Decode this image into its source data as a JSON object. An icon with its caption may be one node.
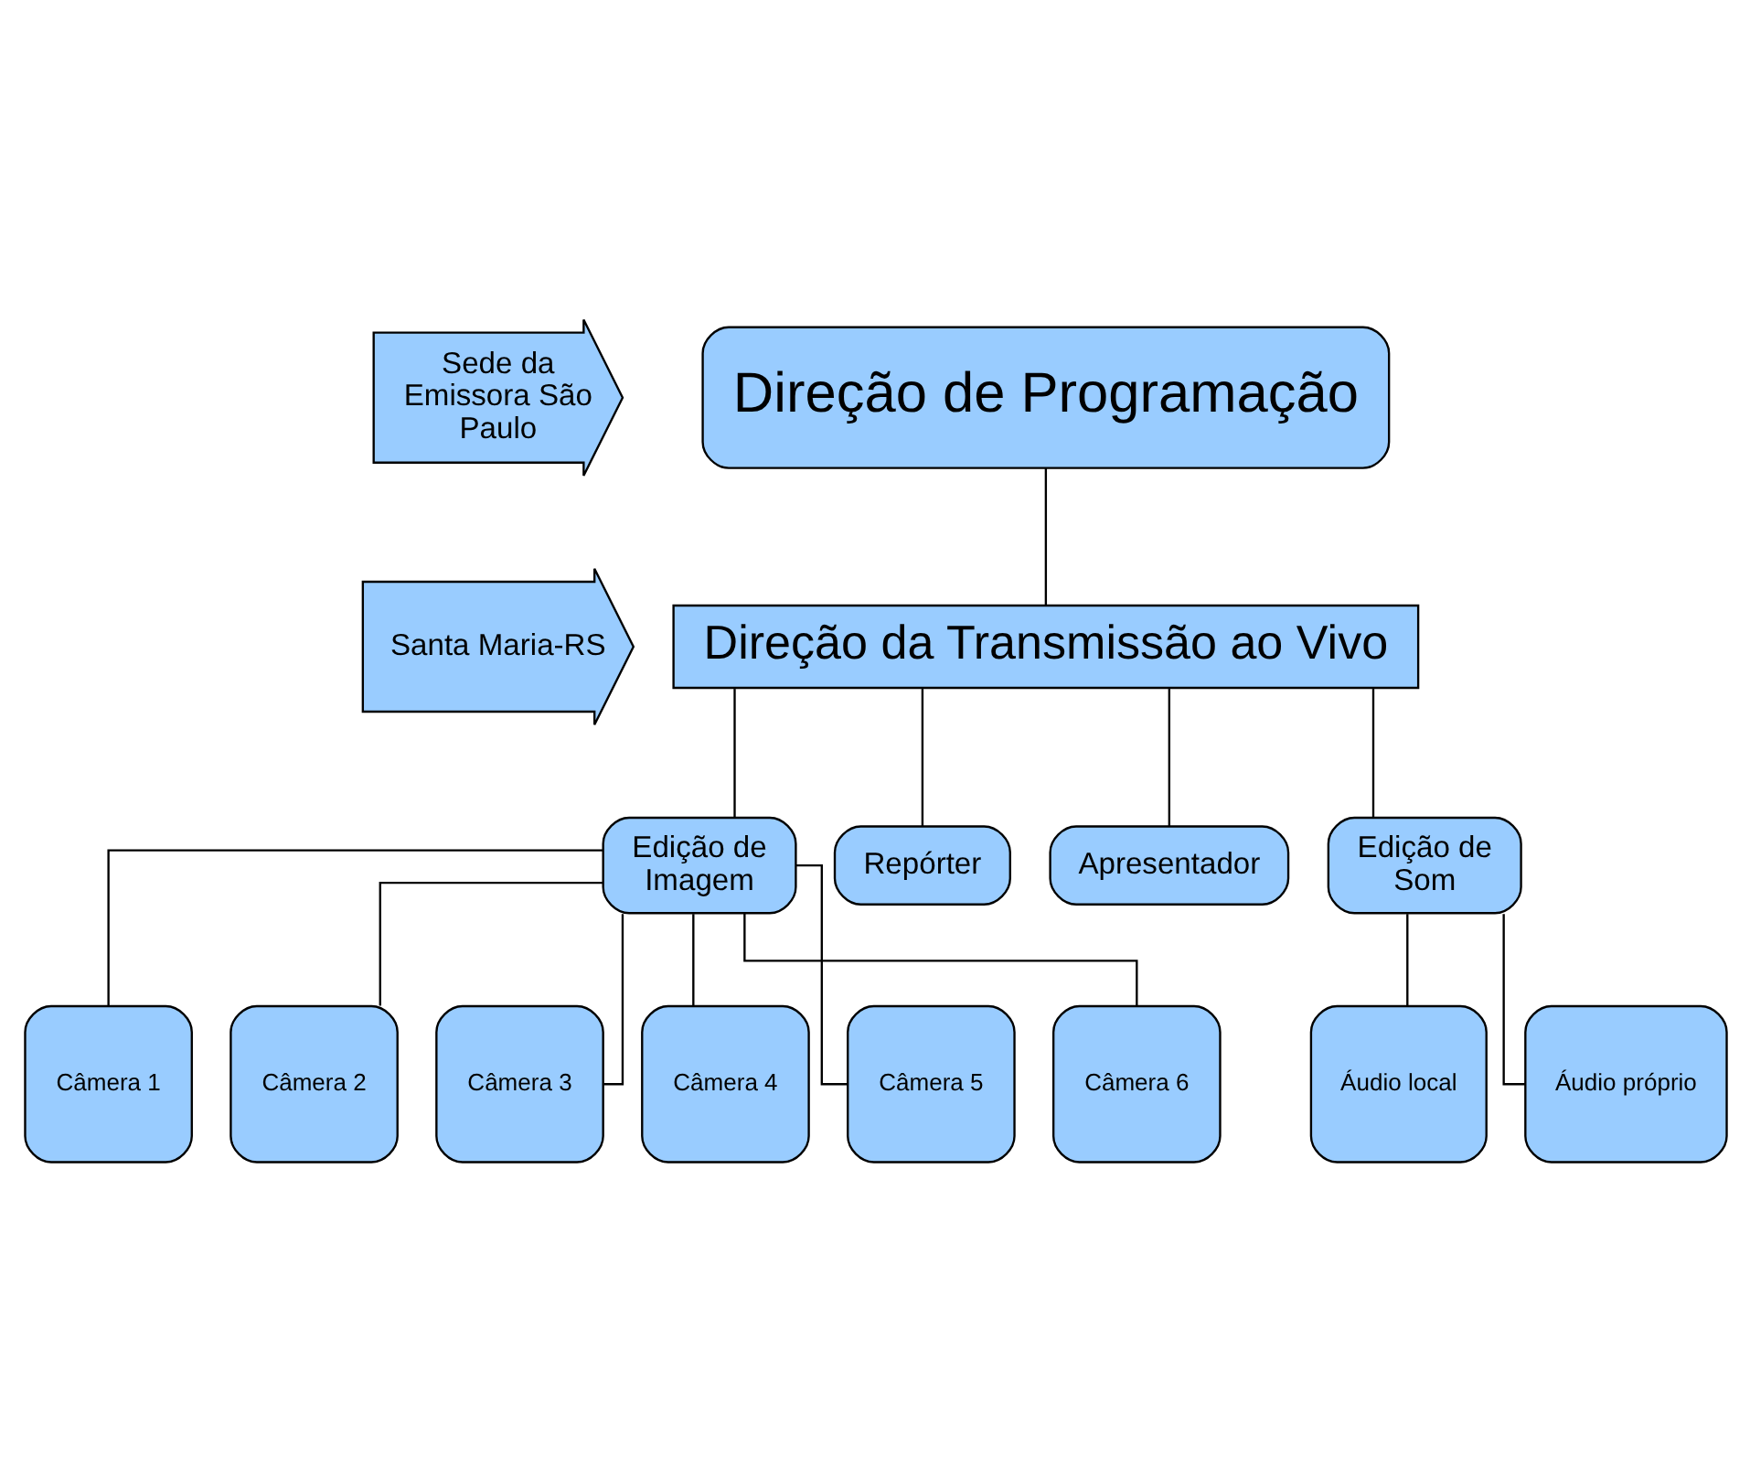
{
  "diagram": {
    "nodes": [
      {
        "text": [
          "Sede da Emissora São Paulo"
        ]
      },
      {
        "text": [
          "Direção de Programação"
        ]
      },
      {
        "text": [
          "Santa Maria-RS"
        ]
      },
      {
        "text": [
          "Direção da Transmissão ao Vivo"
        ]
      },
      {
        "text": [
          "Edição de Imagem"
        ]
      },
      {
        "text": [
          "Repórter"
        ]
      },
      {
        "text": [
          "Apresentador"
        ]
      },
      {
        "text": [
          "Edição de Som"
        ]
      },
      {
        "text": [
          "Câmera 1"
        ]
      },
      {
        "text": [
          "Câmera 2"
        ]
      },
      {
        "text": [
          "Câmera 3"
        ]
      },
      {
        "text": [
          "Câmera 4"
        ]
      },
      {
        "text": [
          "Câmera 5"
        ]
      },
      {
        "text": [
          "Câmera 6"
        ]
      },
      {
        "text": [
          "Áudio local"
        ]
      },
      {
        "text": [
          "Áudio próprio"
        ]
      }
    ],
    "edges": [
      {
        "from": 1,
        "to": 3,
        "arrow": "none"
      },
      {
        "from": 3,
        "to": 4,
        "arrow": "none"
      },
      {
        "from": 3,
        "to": 5,
        "arrow": "none"
      },
      {
        "from": 3,
        "to": 6,
        "arrow": "none"
      },
      {
        "from": 3,
        "to": 7,
        "arrow": "none"
      },
      {
        "from": 4,
        "to": 8,
        "arrow": "none"
      },
      {
        "from": 4,
        "to": 9,
        "arrow": "none"
      },
      {
        "from": 4,
        "to": 10,
        "arrow": "none"
      },
      {
        "from": 4,
        "to": 11,
        "arrow": "none"
      },
      {
        "from": 4,
        "to": 12,
        "arrow": "none"
      },
      {
        "from": 4,
        "to": 13,
        "arrow": "none"
      },
      {
        "from": 7,
        "to": 14,
        "arrow": "none"
      },
      {
        "from": 7,
        "to": 15,
        "arrow": "none"
      }
    ]
  }
}
